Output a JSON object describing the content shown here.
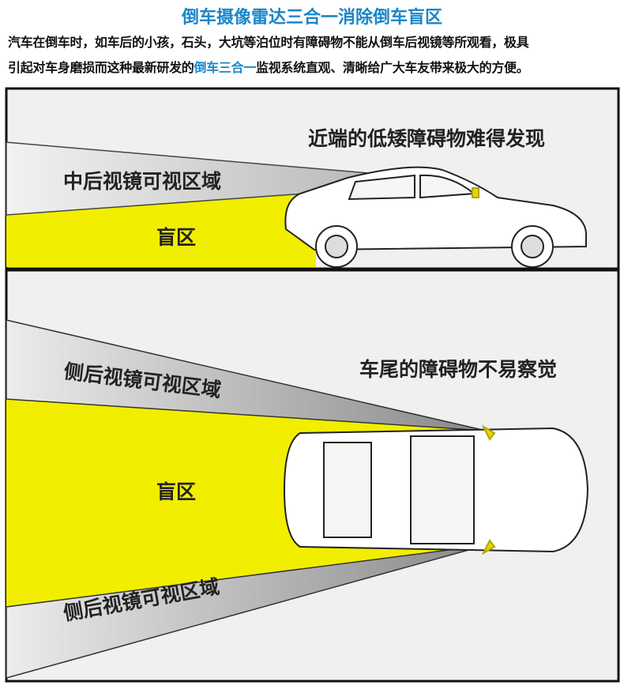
{
  "header": {
    "title": "倒车摄像雷达三合一消除倒车盲区",
    "line1": "汽车在倒车时，如车后的小孩，石头，大坑等泊位时有障碍物不能从倒车后视镜等所观看，极具",
    "line2_pre": "引起对车身磨损而这种最新研发的",
    "line2_highlight": "倒车三合一",
    "line2_post": "监视系统直观、清晰给广大车友带来极大的方便。"
  },
  "top_panel": {
    "caption": "近端的低矮障碍物难得发现",
    "mirror_zone": "中后视镜可视区域",
    "blind_zone": "盲区"
  },
  "bottom_panel": {
    "caption": "车尾的障碍物不易察觉",
    "upper_mirror_zone": "侧后视镜可视区域",
    "blind_zone": "盲区",
    "lower_mirror_zone": "侧后视镜可视区域"
  },
  "colors": {
    "accent": "#1a86c8",
    "blind": "#f2ee00",
    "panel": "#f0f0f0"
  }
}
